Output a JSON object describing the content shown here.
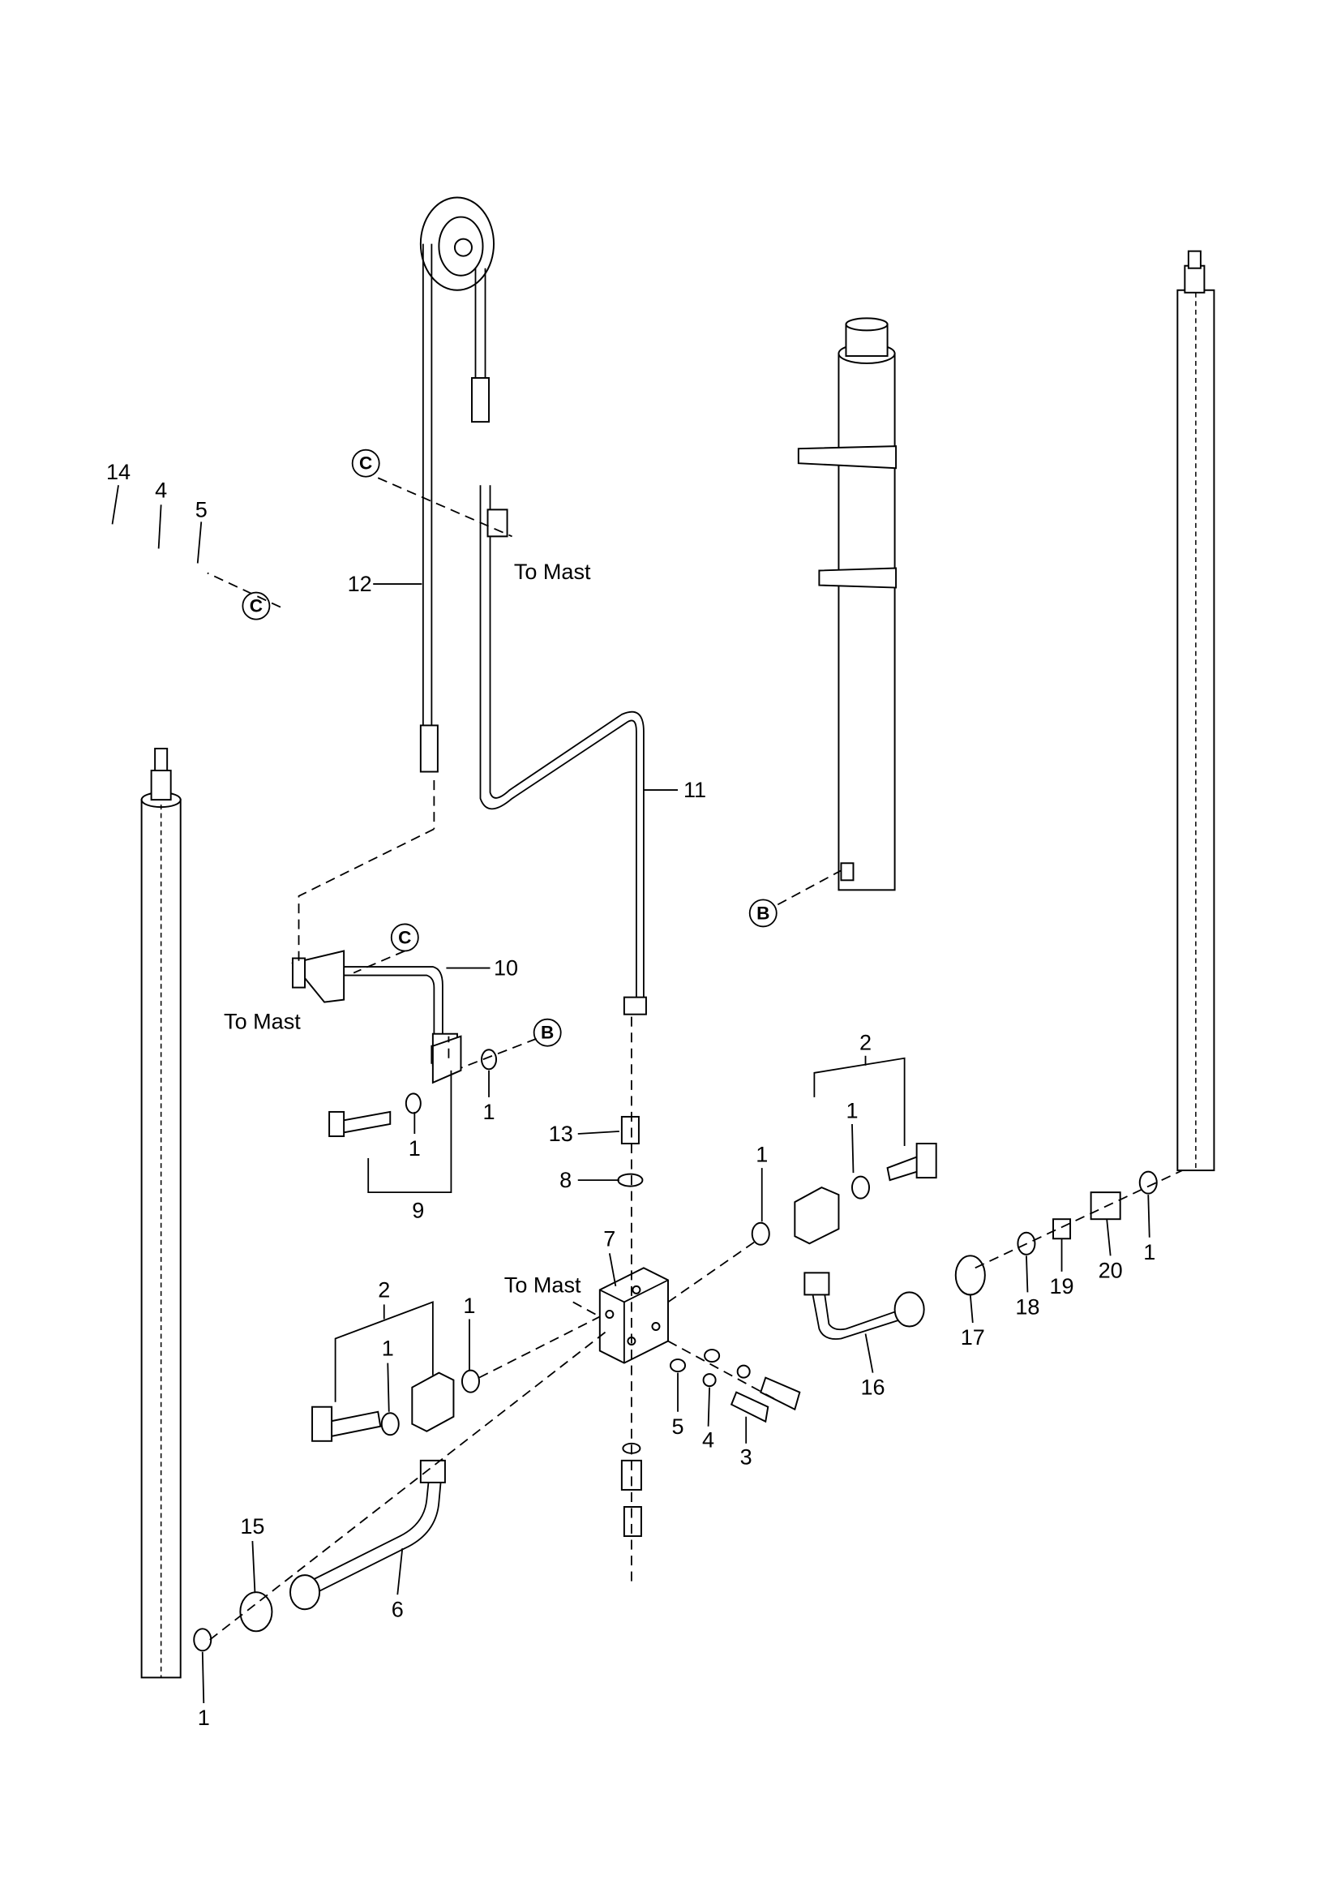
{
  "callouts": {
    "c14": "14",
    "c4a": "4",
    "c5a": "5",
    "c12": "12",
    "c11": "11",
    "c10": "10",
    "c1a": "1",
    "c1b": "1",
    "c9": "9",
    "c13": "13",
    "c8": "8",
    "c2a": "2",
    "c1c": "1",
    "c1d": "1",
    "c7": "7",
    "c2b": "2",
    "c1e": "1",
    "c1f": "1",
    "c5b": "5",
    "c4b": "4",
    "c3": "3",
    "c17": "17",
    "c18": "18",
    "c19": "19",
    "c20": "20",
    "c1g": "1",
    "c16": "16",
    "c15": "15",
    "c6": "6",
    "c1h": "1"
  },
  "notes": {
    "to_mast_1": "To Mast",
    "to_mast_2": "To Mast",
    "to_mast_3": "To Mast"
  },
  "refs": {
    "c_top": "C",
    "c_left": "C",
    "c_mid": "C",
    "b_right": "B",
    "b_mid": "B"
  }
}
